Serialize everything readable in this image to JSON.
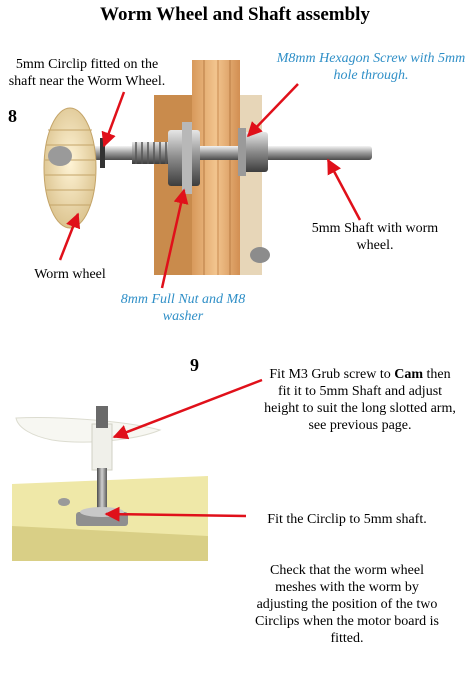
{
  "title": "Worm Wheel and Shaft assembly",
  "step8": {
    "number": "8",
    "circlip_label": "5mm Circlip fitted on the shaft near the Worm Wheel.",
    "hex_screw_label": "M8mm Hexagon Screw with 5mm hole through.",
    "shaft_label": "5mm Shaft with worm wheel.",
    "worm_wheel_label": "Worm wheel",
    "nut_label": "8mm Full Nut and M8 washer"
  },
  "step9": {
    "number": "9",
    "grub_pre": "Fit M3 Grub screw to",
    "grub_bold": "Cam",
    "grub_post": "then fit it to 5mm Shaft and adjust height to suit the long slotted arm, see previous page.",
    "circlip_text": "Fit the Circlip to 5mm shaft.",
    "check_text": "Check that the worm wheel meshes with the worm by adjusting the position of the two Circlips when the motor board is fitted."
  },
  "colors": {
    "arrow": "#e0101a",
    "blue_text": "#2f8fc7",
    "wood": "#e8b27a",
    "board": "#efe8a8"
  }
}
